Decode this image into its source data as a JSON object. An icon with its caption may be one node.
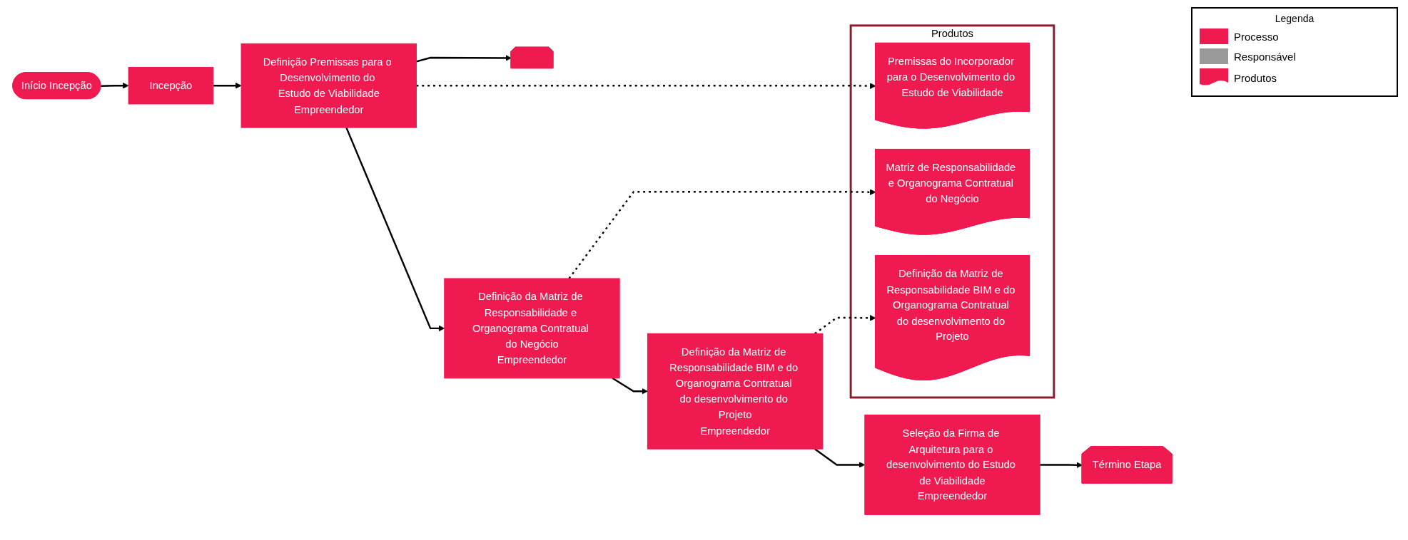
{
  "diagram": {
    "nodes": [
      {
        "text": [
          "Início Incepção"
        ]
      },
      {
        "text": [
          "Incepção"
        ]
      },
      {
        "text": [
          "Definição Premissas para o Desenvolvimento do Estudo de Viabilidade",
          "Empreendedor"
        ]
      },
      {
        "text": [],
        "shape": "pentagon"
      },
      {
        "text": [
          "Definição da Matriz de Responsabilidade e Organograma Contratual do Negócio",
          "Empreendedor"
        ]
      },
      {
        "text": [
          "Definição da Matriz de Responsabilidade BIM e do Organograma Contratual do desenvolvimento do Projeto",
          "Empreendedor"
        ]
      },
      {
        "text": [
          "Seleção da Firma de Arquitetura para o desenvolvimento do Estudo de Viabilidade",
          "Empreendedor"
        ]
      },
      {
        "text": [
          "Término Etapa"
        ]
      },
      {
        "text": [
          "Produtos"
        ]
      },
      {
        "text": [
          "Premissas do Incorporador para o Desenvolvimento do Estudo de Viabilidade"
        ],
        "in": 8
      },
      {
        "text": [
          "Matriz de Responsabilidade e Organograma Contratual do Negócio"
        ],
        "in": 8
      },
      {
        "text": [
          "Definição da Matriz de Responsabilidade BIM e do Organograma Contratual do desenvolvimento do Projeto"
        ],
        "in": 8
      }
    ],
    "edges": [
      {
        "from": 0,
        "to": 1,
        "arrow": "to"
      },
      {
        "from": 1,
        "to": 2,
        "arrow": "to"
      },
      {
        "from": 2,
        "to": 3,
        "arrow": "to"
      },
      {
        "from": 2,
        "to": 4,
        "arrow": "to"
      },
      {
        "from": 4,
        "to": 5,
        "arrow": "to"
      },
      {
        "from": 5,
        "to": 6,
        "arrow": "to"
      },
      {
        "from": 6,
        "to": 7,
        "arrow": "to"
      },
      {
        "from": 2,
        "to": 9,
        "arrow": "to",
        "style": "dashed"
      },
      {
        "from": 4,
        "to": 10,
        "arrow": "to",
        "style": "dashed"
      },
      {
        "from": 5,
        "to": 11,
        "arrow": "to",
        "style": "dashed"
      }
    ],
    "labels": [
      "Legenda"
    ],
    "legend": [
      {
        "text": "Processo",
        "color": "#ee1a50"
      },
      {
        "text": "Responsável",
        "color": "#9a9a9a"
      },
      {
        "text": "Produtos"
      }
    ]
  }
}
